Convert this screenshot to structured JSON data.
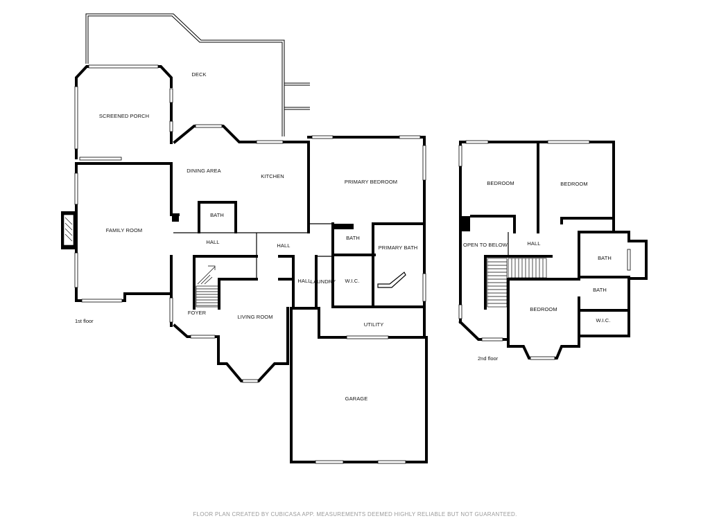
{
  "floor1": {
    "caption": "1st floor",
    "rooms": {
      "deck": "DECK",
      "screened_porch": "SCREENED PORCH",
      "dining_area": "DINING AREA",
      "kitchen": "KITCHEN",
      "primary_bedroom": "PRIMARY BEDROOM",
      "family_room": "FAMILY ROOM",
      "bath": "BATH",
      "hall_left": "HALL",
      "hall_center": "HALL",
      "bath_primary": "BATH",
      "primary_bath": "PRIMARY BATH",
      "hall_laundry": "HALL",
      "laundry": "LAUNDRY",
      "wic": "W.I.C.",
      "foyer": "FOYER",
      "living_room": "LIVING ROOM",
      "utility": "UTILITY",
      "garage": "GARAGE"
    }
  },
  "floor2": {
    "caption": "2nd floor",
    "rooms": {
      "bedroom_left": "BEDROOM",
      "bedroom_right": "BEDROOM",
      "open_to_below": "OPEN TO BELOW",
      "hall": "HALL",
      "bath_upper": "BATH",
      "bath_lower": "BATH",
      "bedroom_center": "BEDROOM",
      "wic": "W.I.C."
    }
  },
  "footer": "FLOOR PLAN CREATED BY CUBICASA APP. MEASUREMENTS DEEMED HIGHLY RELIABLE BUT NOT GUARANTEED."
}
